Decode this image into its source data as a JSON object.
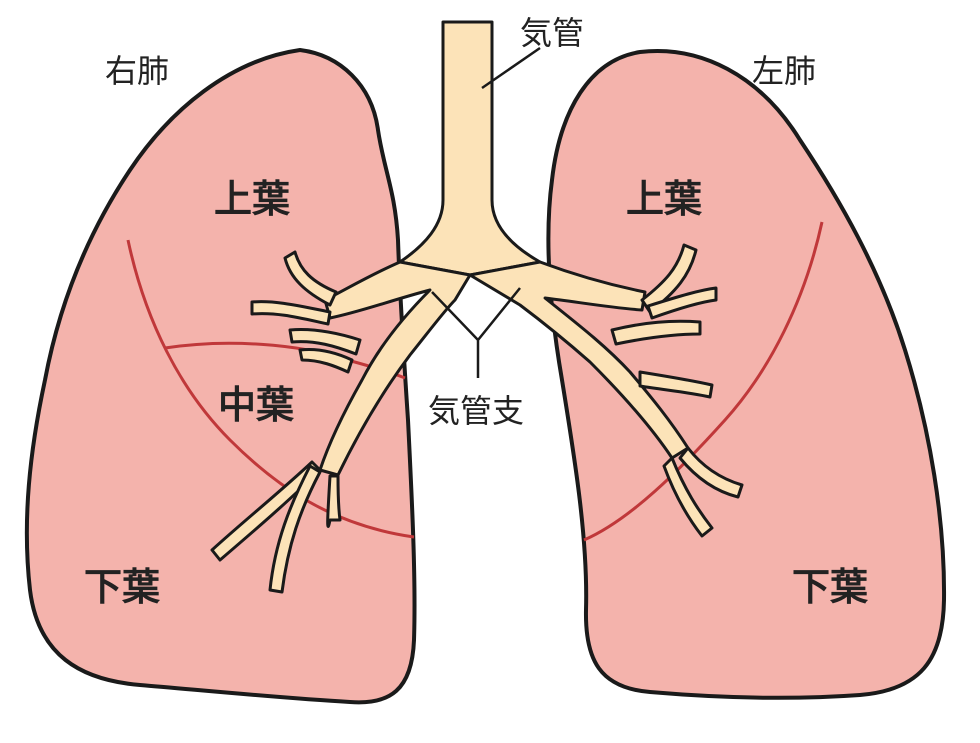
{
  "labels": {
    "right_lung": "右肺",
    "left_lung": "左肺",
    "trachea": "気管",
    "bronchi": "気管支",
    "right_upper_lobe": "上葉",
    "right_middle_lobe": "中葉",
    "right_lower_lobe": "下葉",
    "left_upper_lobe": "上葉",
    "left_lower_lobe": "下葉"
  },
  "colors": {
    "lung_fill": "#f4b3ac",
    "lung_outline": "#1a1a1a",
    "fissure": "#c0383a",
    "airway_fill": "#fce3b8",
    "airway_outline": "#1a1a1a",
    "text": "#222222"
  }
}
